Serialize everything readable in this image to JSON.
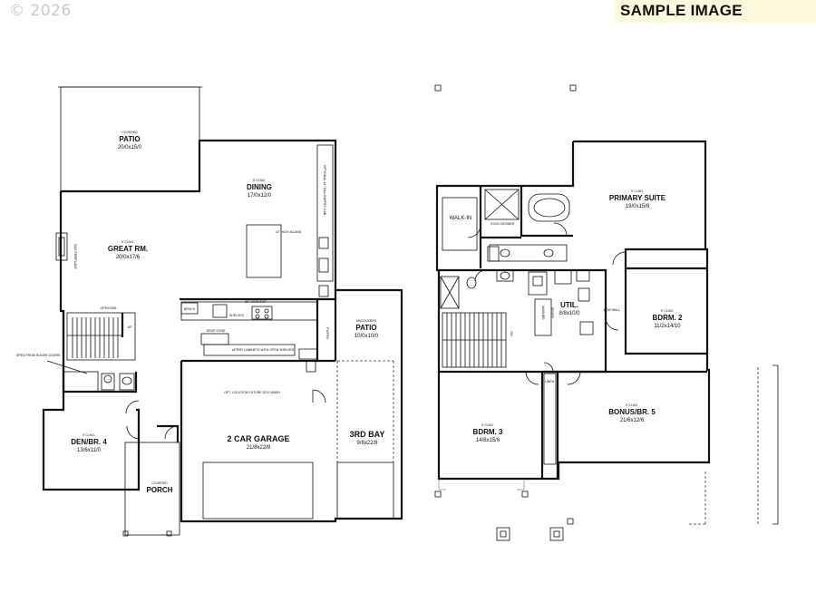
{
  "watermark": {
    "copyright": "© 2026"
  },
  "banner": {
    "label": "SAMPLE IMAGE"
  },
  "main_floor": {
    "covered_patio": {
      "ceiling": "COVERED",
      "name": "PATIO",
      "dims": "20/0x15/0"
    },
    "dining": {
      "ceiling": "9' CLNG.",
      "name": "DINING",
      "dims": "17/0x12/0"
    },
    "great_room": {
      "ceiling": "9' CLNG.",
      "name": "GREAT RM.",
      "dims": "20/0x17/6"
    },
    "uncovered_patio": {
      "ceiling": "UNCOVERED",
      "name": "PATIO",
      "dims": "10/0x10/0"
    },
    "pantry": {
      "name": "PNTRY."
    },
    "garage": {
      "name": "2 CAR GARAGE",
      "dims": "21/8x22/8"
    },
    "third_bay": {
      "name": "3RD BAY",
      "dims": "9/8x22/8"
    },
    "den": {
      "ceiling": "9' CLNG.",
      "name": "DEN/BR. 4",
      "dims": "13/6x11/0"
    },
    "porch": {
      "ceiling": "COVERED",
      "name": "PORCH"
    },
    "notes": {
      "buffet": "OPTIONAL 42\" TALL BUFFET CAB.",
      "island": "42\" HIGH ISLAND",
      "cooktop": "36\" COOKTOP",
      "bench": "BENCH",
      "shelves": "SHELVES",
      "upper_cabinets": "UPPER CABINETS WITH OPEN SHELVES",
      "dog_wash": "OPT. LOCATION FUTURE DOG WASH",
      "stair_rail": "OPEN RAIL",
      "fireplace": "GAS FIREPLACE",
      "sliding_doors": "OPEN FROM SLIDER DOORS",
      "drop_zone": "DROP ZONE",
      "up": "UP"
    }
  },
  "upper_floor": {
    "walk_in": {
      "name": "WALK-IN"
    },
    "shower": {
      "name": "5'X3'6 SHOWER"
    },
    "primary_suite": {
      "ceiling": "9' CLNG.",
      "name": "PRIMARY SUITE",
      "dims": "19/0x15/8"
    },
    "util": {
      "name": "UTIL.",
      "dims": "8/8x10/0"
    },
    "bdrm2": {
      "ceiling": "9' CLNG.",
      "name": "BDRM. 2",
      "dims": "11/2x14/10"
    },
    "bdrm3": {
      "ceiling": "9' CLNG.",
      "name": "BDRM. 3",
      "dims": "14/8x15/8"
    },
    "bonus": {
      "ceiling": "9' CLNG.",
      "name": "BONUS/BR. 5",
      "dims": "21/6x12/6"
    },
    "notes": {
      "linen": "LINEN",
      "low_wall": "LOW WALL",
      "dn": "DN",
      "washer": "WASHER",
      "dryer": "DRYER"
    }
  }
}
